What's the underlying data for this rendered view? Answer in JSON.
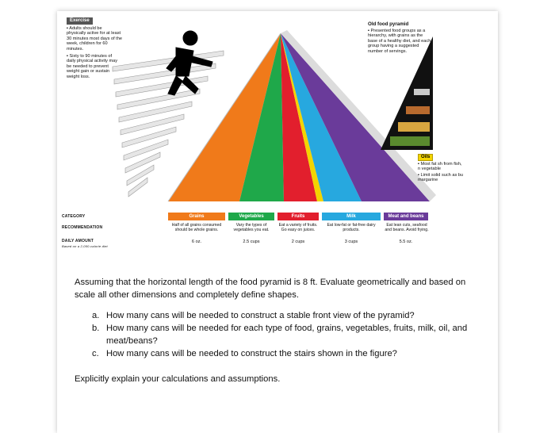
{
  "exercise": {
    "tag": "Exercise",
    "p1": "▪ Adults should be physically active for at least 30 minutes most days of the week, children for 60 minutes.",
    "p2": "▪ Sixty to 90 minutes of daily physical activity may be needed to prevent weight gain or sustain weight loss."
  },
  "old_pyramid": {
    "title": "Old food pyramid",
    "body": "▪ Presented food groups as a hierarchy, with grains as the base of a healthy diet, and each group having a suggested number of servings."
  },
  "oils": {
    "tag": "Oils",
    "p1": "▪ Most fat sh from fish, n vegetable",
    "p2": "▪ Limit solid such as bu margarine"
  },
  "rows": {
    "category": "CATEGORY",
    "recommendation": "RECOMMENDATION",
    "daily_amount": "DAILY AMOUNT",
    "daily_sub": "Based on a 2,000-calorie diet"
  },
  "groups": [
    {
      "name": "Grains",
      "color": "#f07a1a",
      "rec": "Half of all grains consumed should be whole grains.",
      "amount": "6 oz."
    },
    {
      "name": "Vegetables",
      "color": "#1fa84a",
      "rec": "Vary the types of vegetables you eat.",
      "amount": "2.5 cups"
    },
    {
      "name": "Fruits",
      "color": "#e21f2d",
      "rec": "Eat a variety of fruits. Go easy on juices.",
      "amount": "2 cups"
    },
    {
      "name": "Milk",
      "color": "#27a8df",
      "rec": "Eat low-fat or fat-free dairy products.",
      "amount": "3 cups"
    },
    {
      "name": "Meat and beans",
      "color": "#6a3b9a",
      "rec": "Eat lean cuts, seafood and beans. Avoid frying.",
      "amount": "5.5 oz."
    }
  ],
  "question": {
    "intro": "Assuming that the horizontal length of the food pyramid is 8 ft. Evaluate geometrically and based on scale all other dimensions and completely define shapes.",
    "a_label": "a.",
    "a": "How many cans will be needed to construct a stable front view of the pyramid?",
    "b_label": "b.",
    "b": "How many cans will be needed for each type of food, grains, vegetables, fruits, milk, oil, and meat/beans?",
    "c_label": "c.",
    "c": "How many cans will be needed to construct the stairs shown in the figure?",
    "closing": "Explicitly explain your calculations and assumptions."
  }
}
